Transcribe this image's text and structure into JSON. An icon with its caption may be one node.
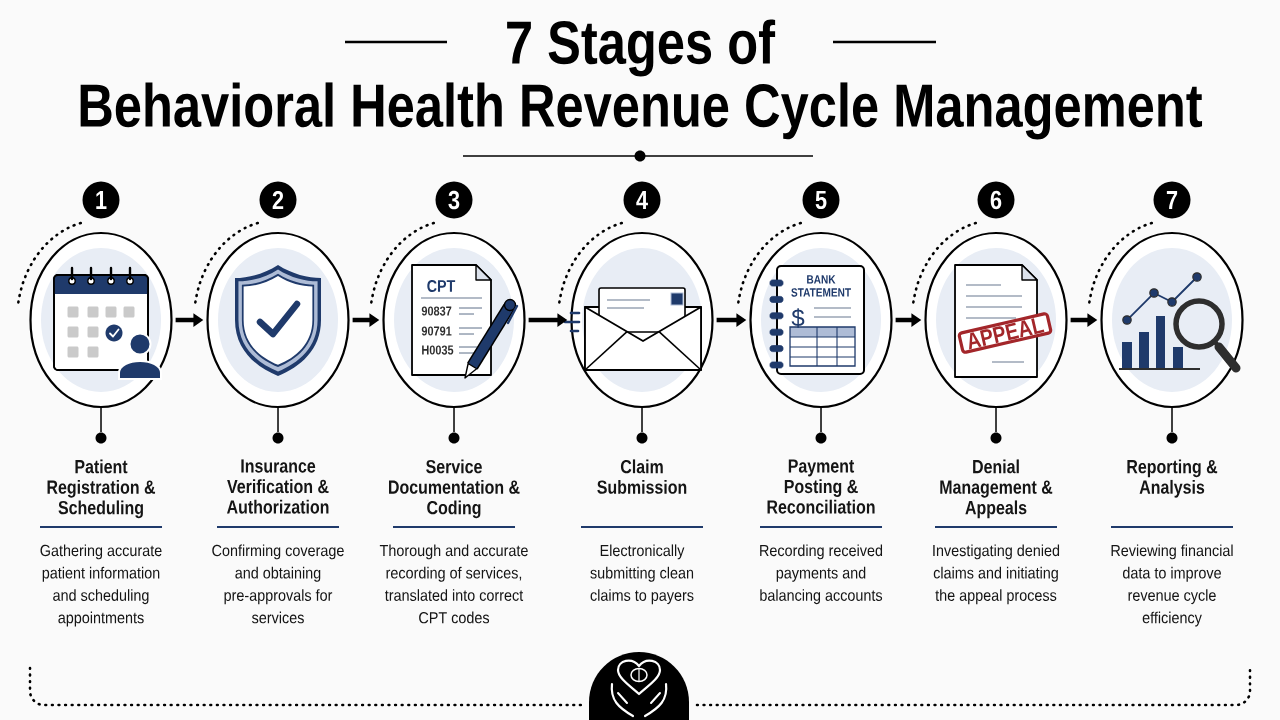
{
  "diagram": {
    "title": "7 Stages of Behavioral Health Revenue Cycle Management",
    "nodes": [
      {
        "text": [
          "1"
        ]
      },
      {
        "text": [
          "2"
        ]
      },
      {
        "text": [
          "3"
        ]
      },
      {
        "text": [
          "4"
        ]
      },
      {
        "text": [
          "5"
        ]
      },
      {
        "text": [
          "6"
        ]
      },
      {
        "text": [
          "7"
        ]
      },
      {
        "text": [],
        "shape": "circle"
      },
      {
        "text": [],
        "shape": "circle"
      },
      {
        "text": [],
        "shape": "circle"
      },
      {
        "text": [],
        "shape": "circle"
      },
      {
        "text": [],
        "shape": "circle"
      },
      {
        "text": [],
        "shape": "circle"
      },
      {
        "text": [],
        "shape": "circle"
      },
      {
        "text": [],
        "shape": "circle"
      },
      {
        "text": [],
        "shape": "circle"
      },
      {
        "text": [],
        "shape": "circle"
      },
      {
        "text": [],
        "shape": "circle"
      },
      {
        "text": [],
        "shape": "circle"
      },
      {
        "text": [],
        "shape": "circle"
      },
      {
        "text": [],
        "shape": "circle"
      },
      {
        "text": [
          "Patient Registration & Scheduling",
          "Gathering accurate patient information and scheduling appointments"
        ]
      },
      {
        "text": [
          "Insurance Verification & Authorization",
          "Confirming coverage and obtaining pre-approvals for services"
        ]
      },
      {
        "text": [
          "Service Documentation & Coding",
          "Thorough and accurate recording of services, translated into correct CPT codes"
        ]
      },
      {
        "text": [
          "Claim Submission",
          "Electronically submitting clean claims to payers"
        ]
      },
      {
        "text": [
          "Payment Posting & Reconciliation",
          "Recording received payments and balancing accounts"
        ]
      },
      {
        "text": [
          "Denial Management & Appeals",
          "Investigating denied claims and initiating the appeal process"
        ]
      },
      {
        "text": [
          "Reporting & Analysis",
          "Reviewing financial data to improve revenue cycle efficiency"
        ]
      }
    ],
    "edges": [
      {
        "from": 7,
        "to": 8,
        "arrow": "to",
        "style": "thick"
      },
      {
        "from": 8,
        "to": 9,
        "arrow": "to",
        "style": "thick"
      },
      {
        "from": 9,
        "to": 10,
        "arrow": "to",
        "style": "thick"
      },
      {
        "from": 10,
        "to": 11,
        "arrow": "to",
        "style": "thick"
      },
      {
        "from": 11,
        "to": 12,
        "arrow": "to",
        "style": "thick"
      },
      {
        "from": 12,
        "to": 13,
        "arrow": "to",
        "style": "thick"
      },
      {
        "from": 7,
        "to": 14,
        "arrow": "none"
      },
      {
        "from": 8,
        "to": 15,
        "arrow": "none"
      },
      {
        "from": 9,
        "to": 16,
        "arrow": "none"
      },
      {
        "from": 10,
        "to": 17,
        "arrow": "none"
      },
      {
        "from": 11,
        "to": 18,
        "arrow": "none"
      },
      {
        "from": 12,
        "to": 19,
        "arrow": "none"
      },
      {
        "from": 13,
        "to": 20,
        "arrow": "none"
      }
    ],
    "labels": [
      "CPT",
      "90837",
      "90791",
      "H0035",
      "BANK STATEMENT",
      "$",
      "APPEAL"
    ]
  }
}
